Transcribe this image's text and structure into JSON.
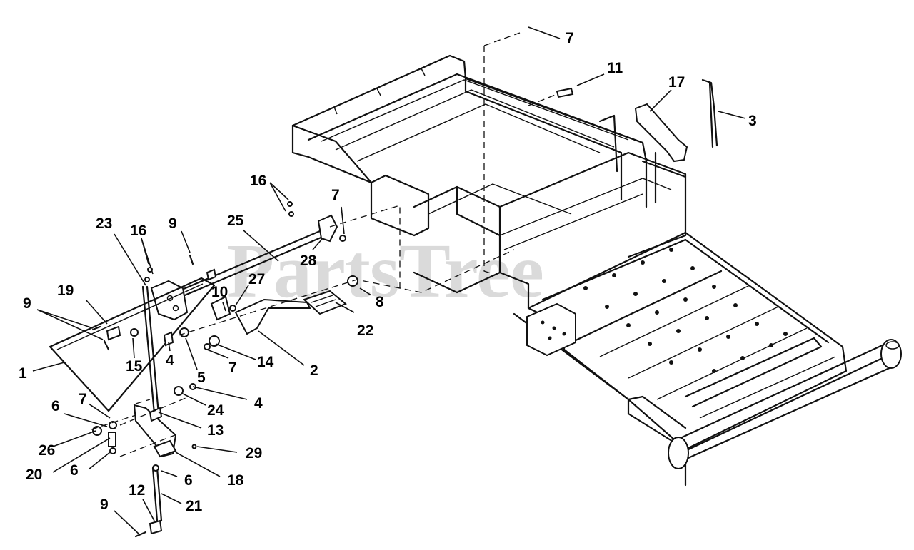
{
  "watermark": {
    "text": "PartsTree"
  },
  "callouts": [
    {
      "id": "c7a",
      "text": "7"
    },
    {
      "id": "c11",
      "text": "11"
    },
    {
      "id": "c17",
      "text": "17"
    },
    {
      "id": "c3",
      "text": "3"
    },
    {
      "id": "c16a",
      "text": "16"
    },
    {
      "id": "c7b",
      "text": "7"
    },
    {
      "id": "c25",
      "text": "25"
    },
    {
      "id": "c23",
      "text": "23"
    },
    {
      "id": "c16b",
      "text": "16"
    },
    {
      "id": "c9a",
      "text": "9"
    },
    {
      "id": "c28",
      "text": "28"
    },
    {
      "id": "c27",
      "text": "27"
    },
    {
      "id": "c10",
      "text": "10"
    },
    {
      "id": "c19",
      "text": "19"
    },
    {
      "id": "c9b",
      "text": "9"
    },
    {
      "id": "c8",
      "text": "8"
    },
    {
      "id": "c22",
      "text": "22"
    },
    {
      "id": "c15",
      "text": "15"
    },
    {
      "id": "c4a",
      "text": "4"
    },
    {
      "id": "c5",
      "text": "5"
    },
    {
      "id": "c7c",
      "text": "7"
    },
    {
      "id": "c14",
      "text": "14"
    },
    {
      "id": "c2",
      "text": "2"
    },
    {
      "id": "c1",
      "text": "1"
    },
    {
      "id": "c4b",
      "text": "4"
    },
    {
      "id": "c24",
      "text": "24"
    },
    {
      "id": "c7d",
      "text": "7"
    },
    {
      "id": "c6a",
      "text": "6"
    },
    {
      "id": "c13",
      "text": "13"
    },
    {
      "id": "c26",
      "text": "26"
    },
    {
      "id": "c29",
      "text": "29"
    },
    {
      "id": "c20",
      "text": "20"
    },
    {
      "id": "c6b",
      "text": "6"
    },
    {
      "id": "c18",
      "text": "18"
    },
    {
      "id": "c6c",
      "text": "6"
    },
    {
      "id": "c12",
      "text": "12"
    },
    {
      "id": "c21",
      "text": "21"
    },
    {
      "id": "c9c",
      "text": "9"
    }
  ]
}
